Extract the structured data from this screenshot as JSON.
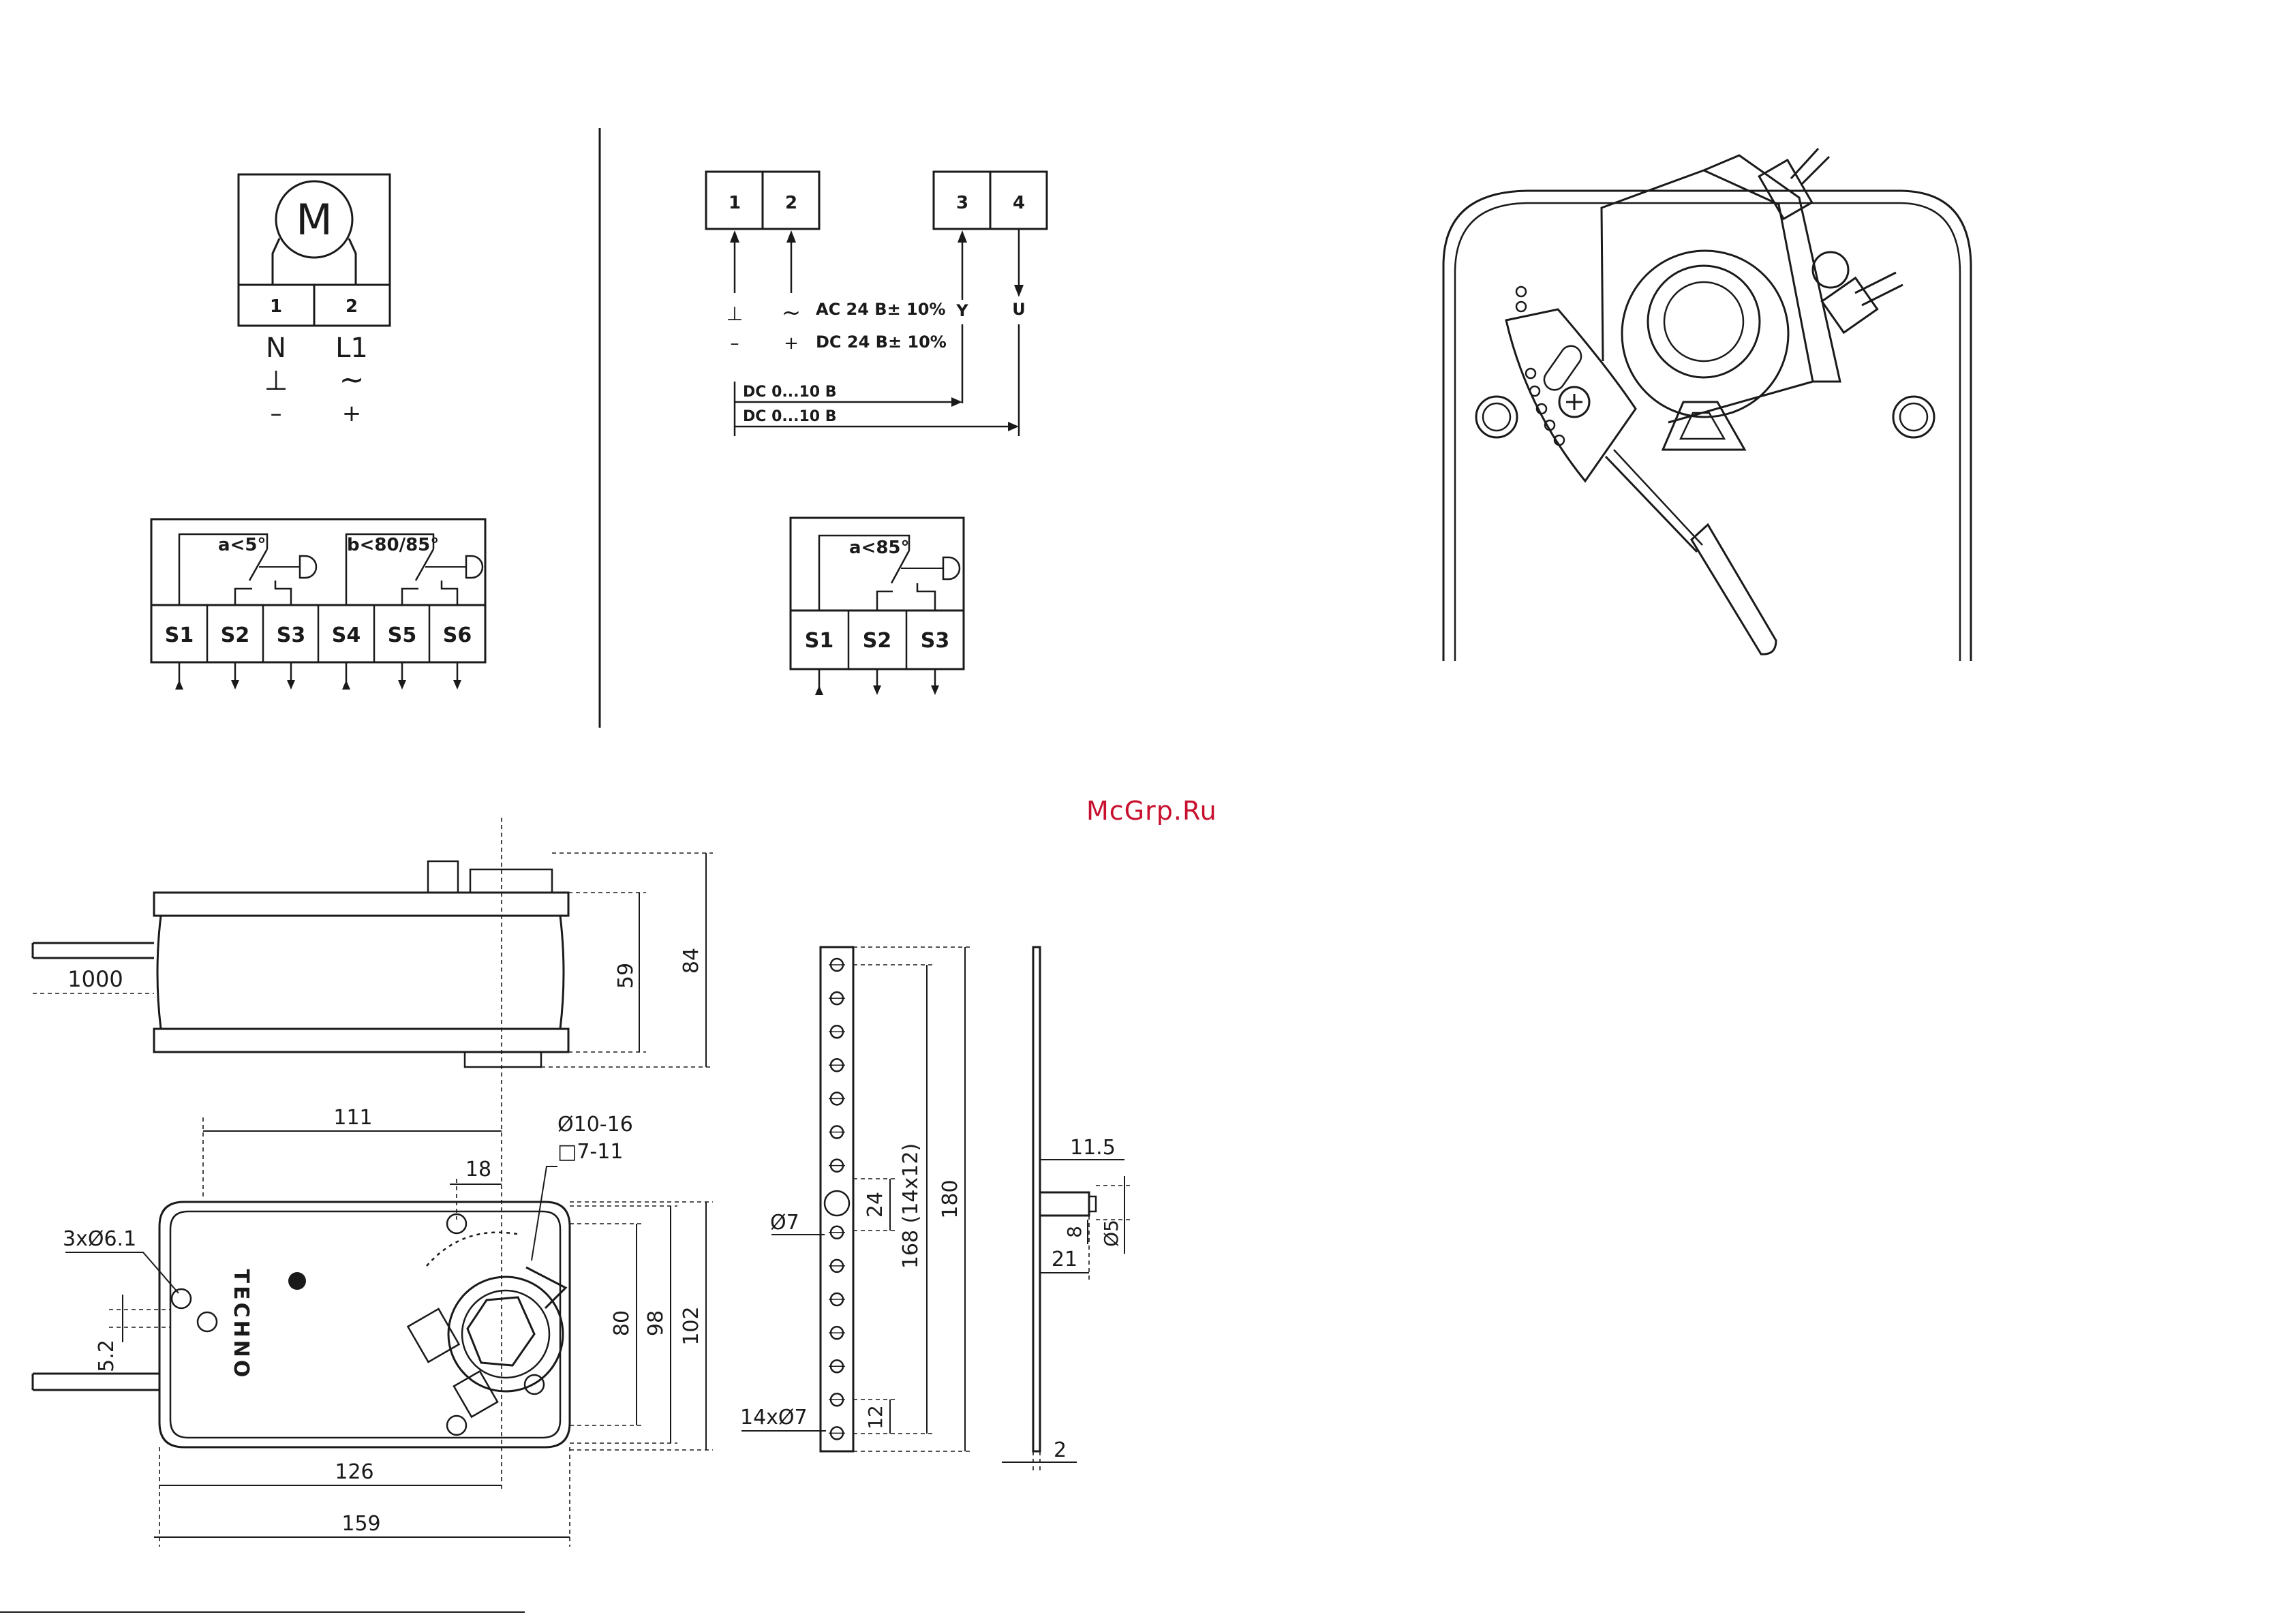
{
  "watermark": "McGrp.Ru",
  "motor_diagram": {
    "motor_symbol": "M",
    "terminals": [
      "1",
      "2"
    ],
    "wire_labels": [
      "N",
      "L1"
    ],
    "symbols_row1": [
      "⊥",
      "~"
    ],
    "symbols_row2": [
      "–",
      "+"
    ]
  },
  "control_diagram": {
    "terminals_left": [
      "1",
      "2"
    ],
    "terminals_right": [
      "3",
      "4"
    ],
    "col_symbols_1": [
      "⊥",
      "–"
    ],
    "col_symbols_2": [
      "~",
      "+"
    ],
    "supply_ac": "AC 24 B± 10%",
    "supply_dc": "DC 24 B± 10%",
    "signal_y": "Y",
    "signal_u": "U",
    "dc_signal_1": "DC 0...10 B",
    "dc_signal_2": "DC 0...10 B"
  },
  "aux_switch_double": {
    "switch_a": "a<5°",
    "switch_b": "b<80/85°",
    "terminals": [
      "S1",
      "S2",
      "S3",
      "S4",
      "S5",
      "S6"
    ]
  },
  "aux_switch_single": {
    "switch_a": "a<85°",
    "terminals": [
      "S1",
      "S2",
      "S3"
    ]
  },
  "dimensions": {
    "cable_length": "1000",
    "height_59": "59",
    "height_84": "84",
    "d111": "111",
    "d18": "18",
    "shaft_round": "Ø10-16",
    "shaft_square": "□7-11",
    "holes": "3xØ6.1",
    "d5_2": "5.2",
    "d80": "80",
    "d98": "98",
    "d102": "102",
    "d126": "126",
    "d159": "159",
    "brand": "TECHNO",
    "bracket_hole": "Ø7",
    "bracket_24": "24",
    "bracket_168": "168 (14x12)",
    "bracket_180": "180",
    "bracket_holes": "14xØ7",
    "bracket_12": "12",
    "pin_11_5": "11.5",
    "pin_8": "8",
    "pin_5": "Ø5",
    "pin_21": "21",
    "plate_2": "2"
  }
}
